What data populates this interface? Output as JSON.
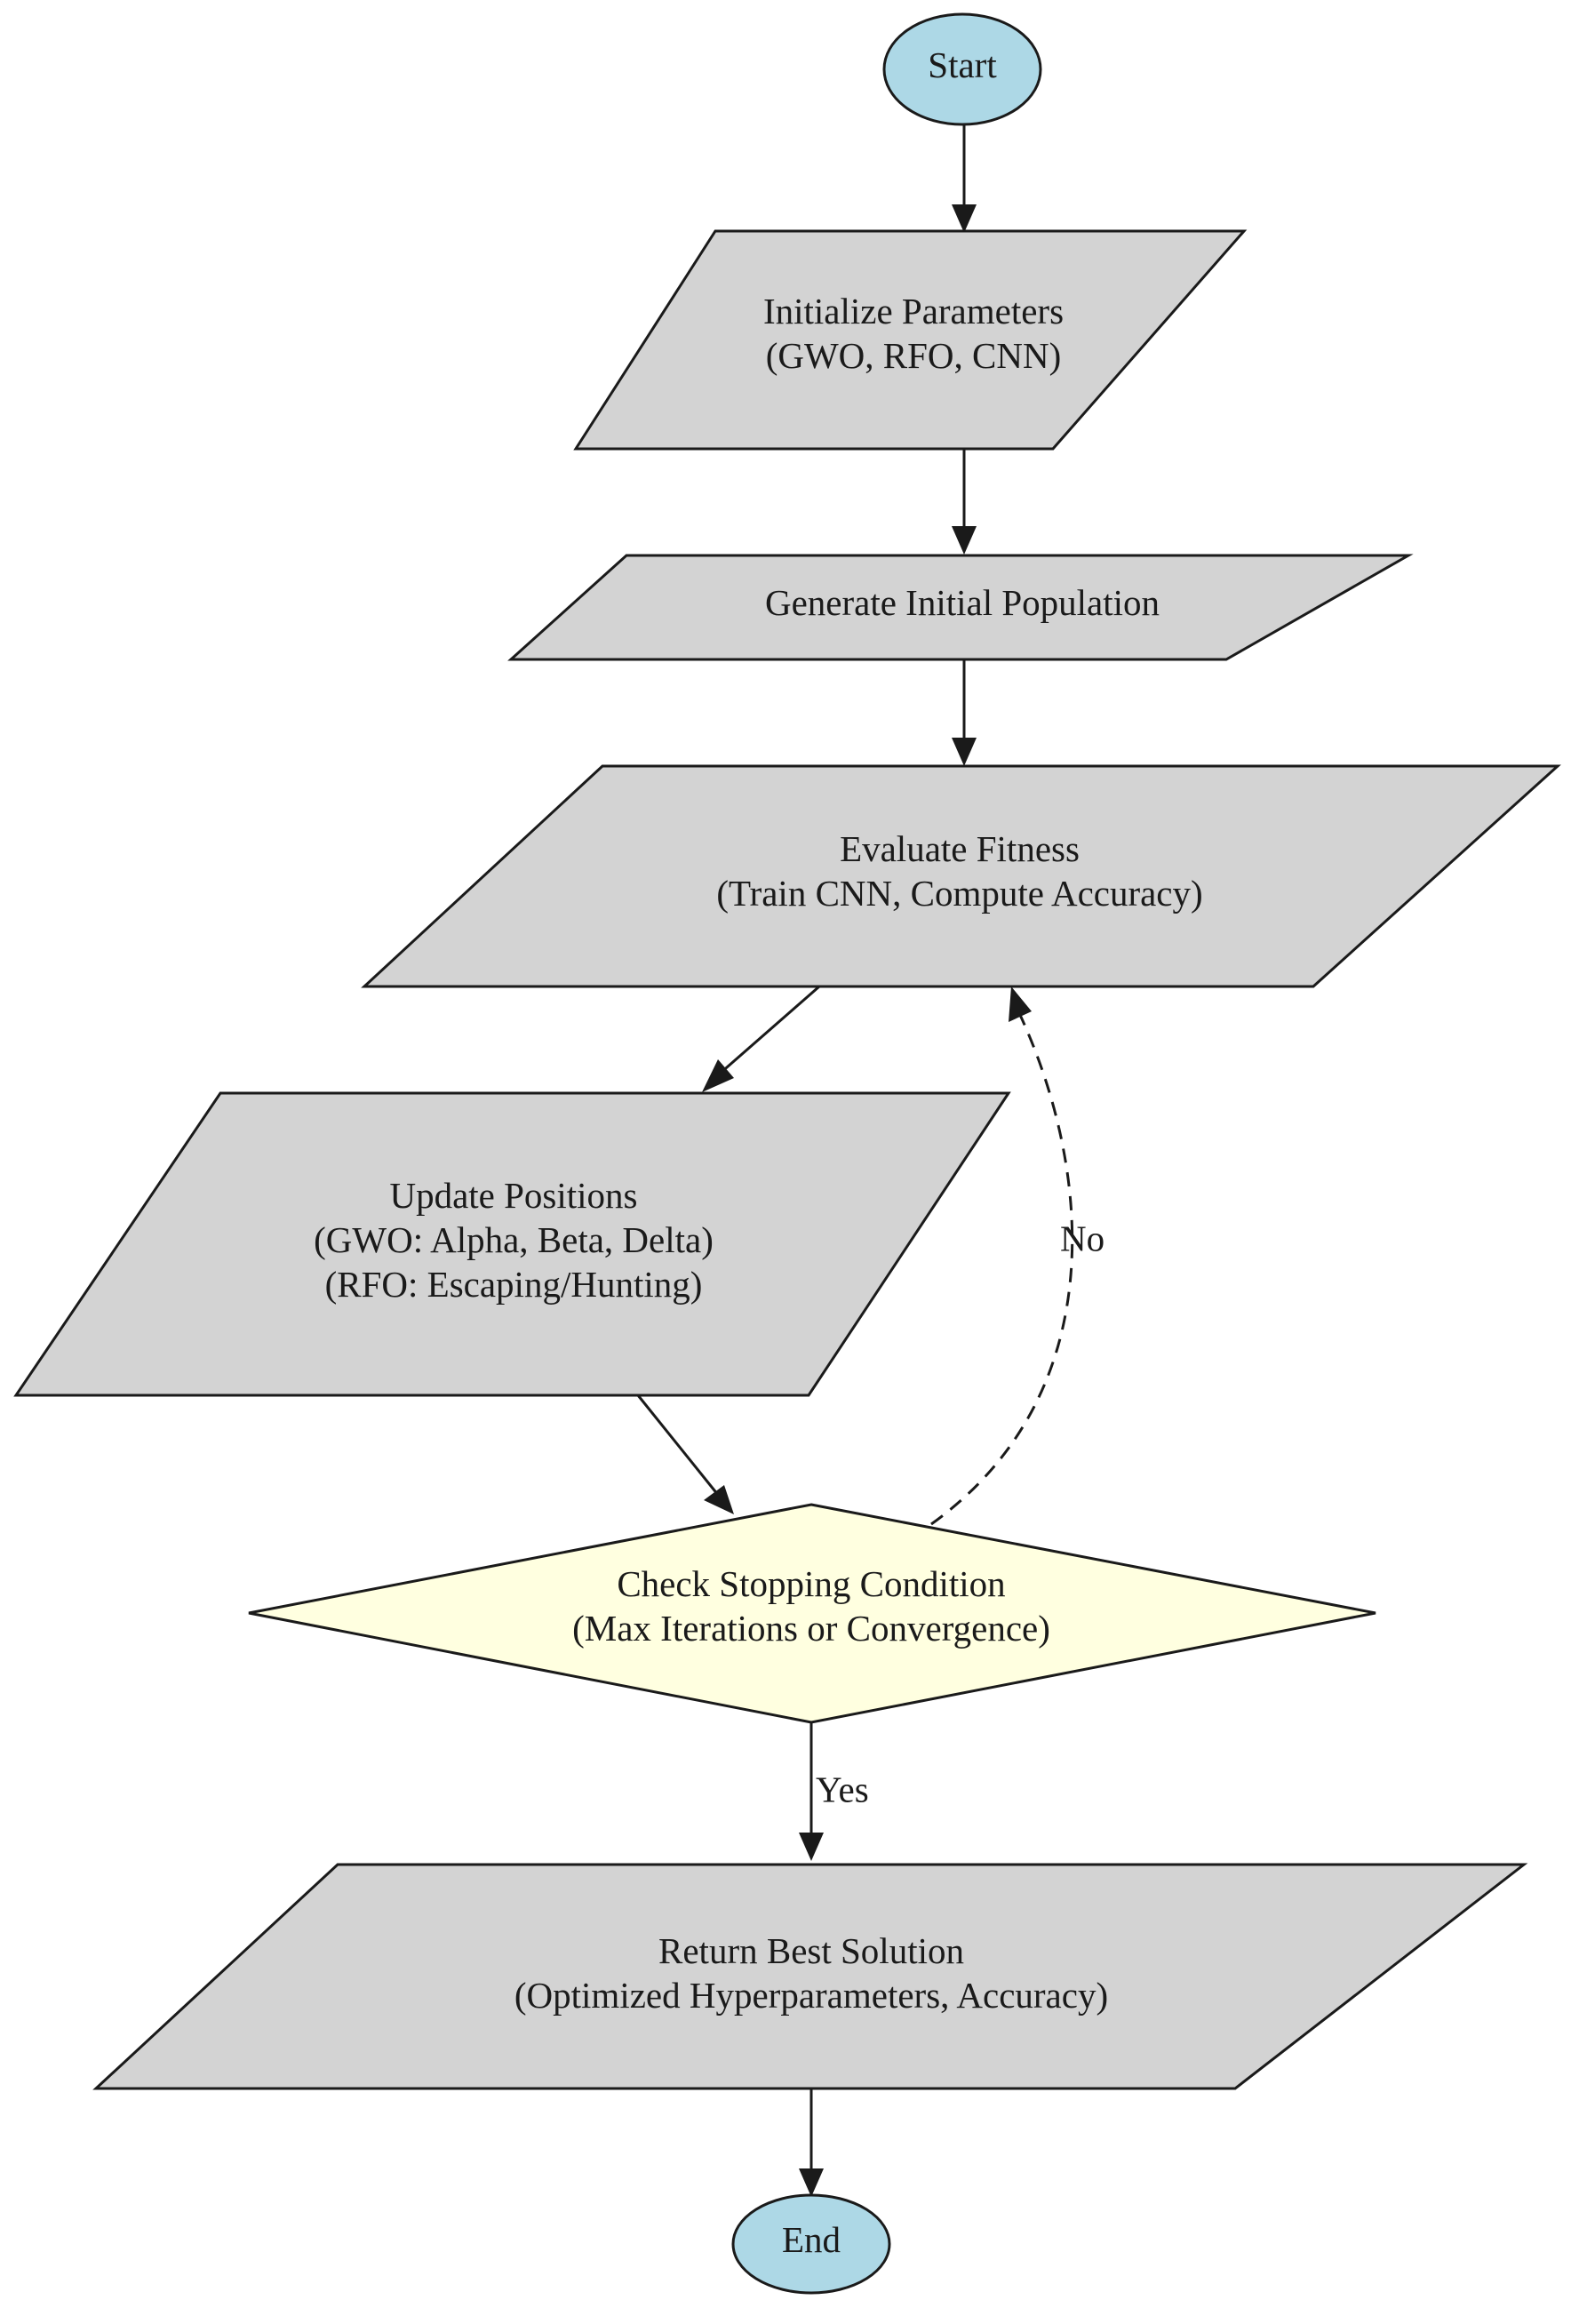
{
  "colors": {
    "terminal_fill": "#add8e6",
    "process_fill": "#d3d3d3",
    "decision_fill": "#ffffe0",
    "line": "#1a1a1a"
  },
  "nodes": {
    "start": {
      "lines": [
        "Start"
      ]
    },
    "init": {
      "lines": [
        "Initialize Parameters",
        "(GWO, RFO, CNN)"
      ]
    },
    "generate": {
      "lines": [
        "Generate Initial Population"
      ]
    },
    "evaluate": {
      "lines": [
        "Evaluate Fitness",
        "(Train CNN, Compute Accuracy)"
      ]
    },
    "update": {
      "lines": [
        "Update Positions",
        "(GWO: Alpha, Beta, Delta)",
        "(RFO: Escaping/Hunting)"
      ]
    },
    "check": {
      "lines": [
        "Check Stopping Condition",
        "(Max Iterations or Convergence)"
      ]
    },
    "return": {
      "lines": [
        "Return Best Solution",
        "(Optimized Hyperparameters, Accuracy)"
      ]
    },
    "end": {
      "lines": [
        "End"
      ]
    }
  },
  "edges": {
    "no_label": "No",
    "yes_label": "Yes"
  }
}
